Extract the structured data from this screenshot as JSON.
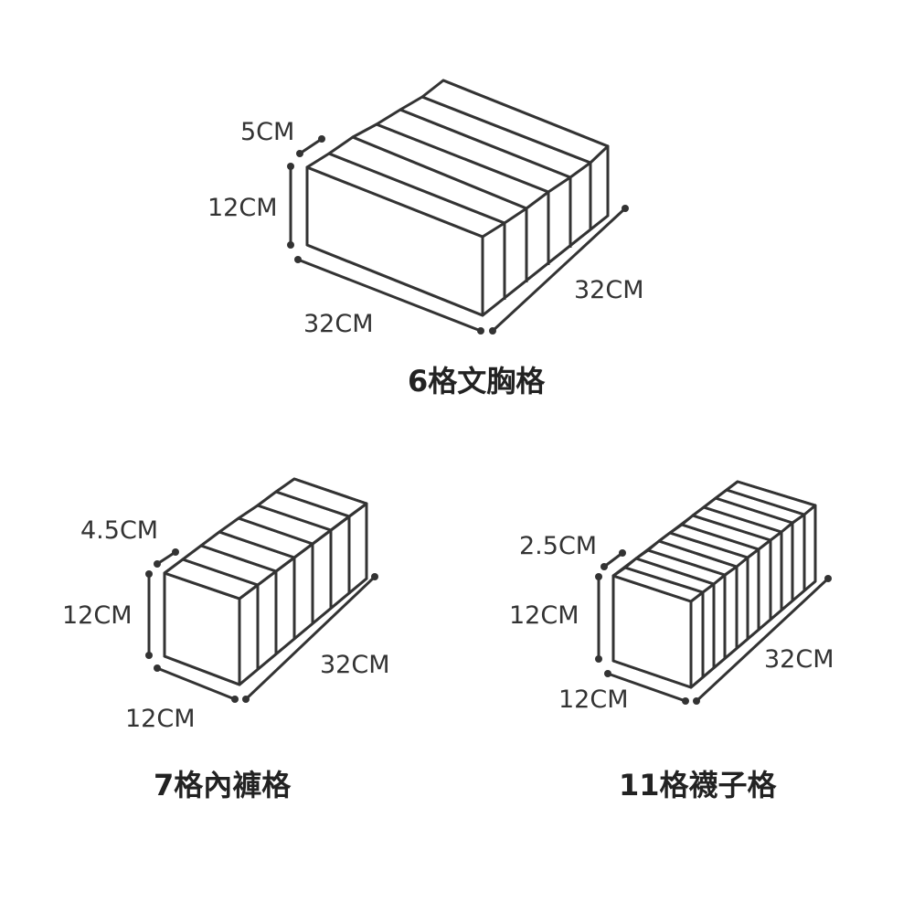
{
  "organizers": [
    {
      "caption": "6格文胸格",
      "dims": {
        "compartment": "5CM",
        "height": "12CM",
        "width": "32CM",
        "depth": "32CM"
      }
    },
    {
      "caption": "7格內褲格",
      "dims": {
        "compartment": "4.5CM",
        "height": "12CM",
        "width": "12CM",
        "depth": "32CM"
      }
    },
    {
      "caption": "11格襪子格",
      "dims": {
        "compartment": "2.5CM",
        "height": "12CM",
        "width": "12CM",
        "depth": "32CM"
      }
    }
  ]
}
